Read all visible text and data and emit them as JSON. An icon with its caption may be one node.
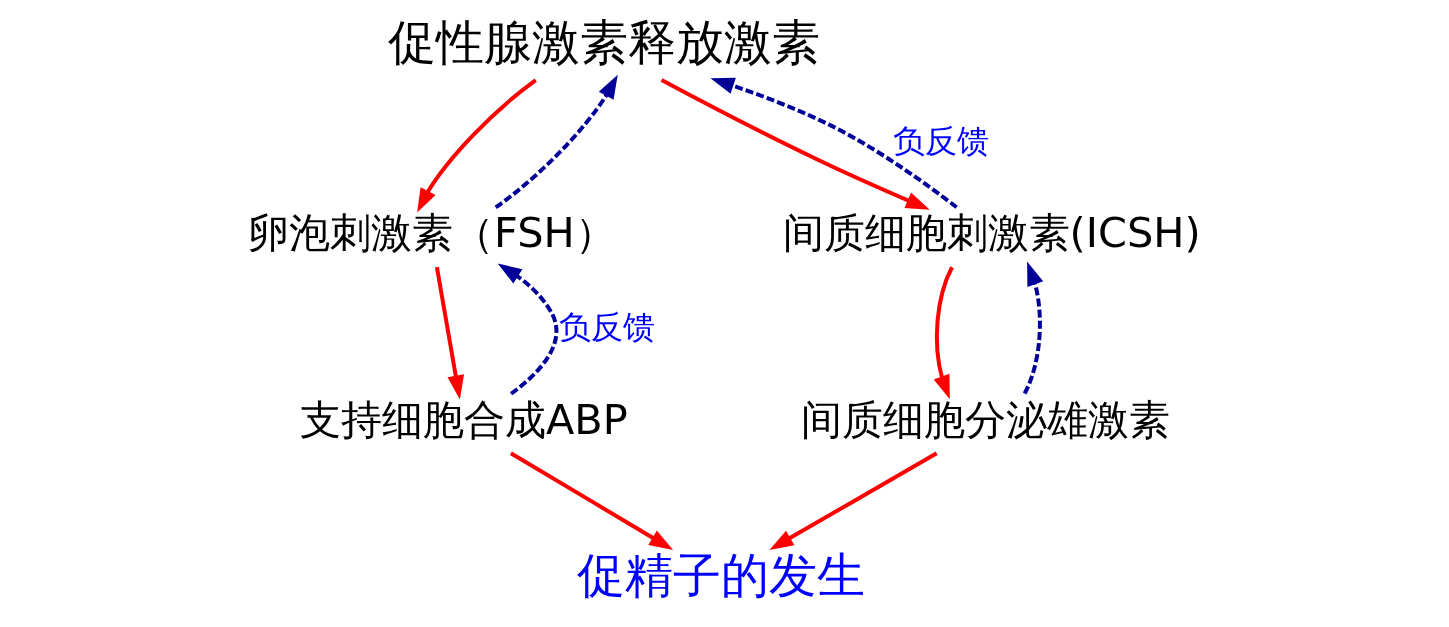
{
  "diagram": {
    "nodes": [
      {
        "text": [
          "促性腺激素释放激素"
        ]
      },
      {
        "text": [
          "卵泡刺激素（FSH）"
        ]
      },
      {
        "text": [
          "间质细胞刺激素(ICSH)"
        ]
      },
      {
        "text": [
          "支持细胞合成ABP"
        ]
      },
      {
        "text": [
          "间质细胞分泌雄激素"
        ]
      },
      {
        "text": [
          "促精子的发生"
        ]
      }
    ],
    "edges": [
      {
        "from": 0,
        "to": 1,
        "arrow": "to"
      },
      {
        "from": 0,
        "to": 2,
        "arrow": "to"
      },
      {
        "from": 1,
        "to": 3,
        "arrow": "to"
      },
      {
        "from": 2,
        "to": 4,
        "arrow": "to"
      },
      {
        "from": 3,
        "to": 5,
        "arrow": "to"
      },
      {
        "from": 4,
        "to": 5,
        "arrow": "to"
      },
      {
        "from": 3,
        "to": 1,
        "arrow": "to",
        "style": "dashed",
        "color": "#000099",
        "label": "负反馈"
      },
      {
        "from": 1,
        "to": 0,
        "arrow": "to",
        "style": "dashed",
        "color": "#000099"
      },
      {
        "from": 4,
        "to": 2,
        "arrow": "to",
        "style": "dashed",
        "color": "#000099"
      },
      {
        "from": 2,
        "to": 0,
        "arrow": "to",
        "style": "dashed",
        "color": "#000099",
        "label": "负反馈"
      }
    ]
  }
}
